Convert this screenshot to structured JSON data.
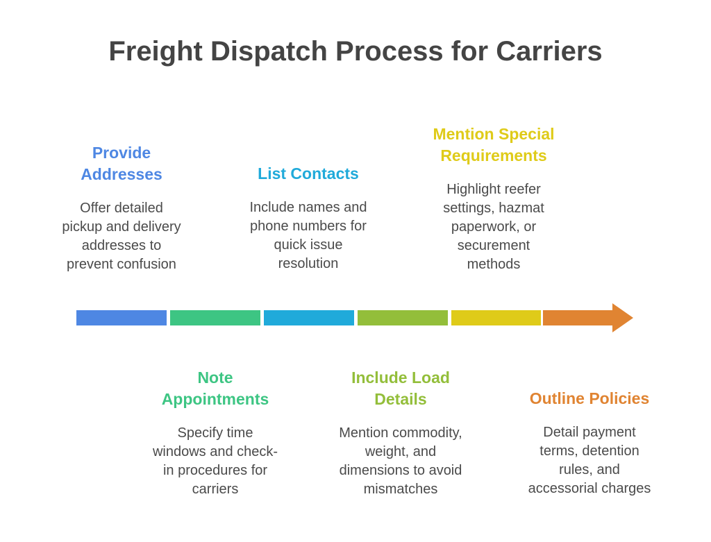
{
  "title": "Freight Dispatch Process for Carriers",
  "steps": [
    {
      "title_lines": [
        "Provide",
        "Addresses"
      ],
      "title": "Provide Addresses",
      "color": "#4E87E3",
      "desc_lines": [
        "Offer detailed",
        "pickup and delivery",
        "addresses to",
        "prevent confusion"
      ]
    },
    {
      "title_lines": [
        "Note",
        "Appointments"
      ],
      "title": "Note Appointments",
      "color": "#3DC583",
      "desc_lines": [
        "Specify time",
        "windows and check-",
        "in procedures for",
        "carriers"
      ]
    },
    {
      "title_lines": [
        "List Contacts"
      ],
      "title": "List Contacts",
      "color": "#20AADA",
      "desc_lines": [
        "Include names and",
        "phone numbers for",
        "quick issue",
        "resolution"
      ]
    },
    {
      "title_lines": [
        "Include Load",
        "Details"
      ],
      "title": "Include Load Details",
      "color": "#93BE3A",
      "desc_lines": [
        "Mention commodity,",
        "weight, and",
        "dimensions to avoid",
        "mismatches"
      ]
    },
    {
      "title_lines": [
        "Mention Special",
        "Requirements"
      ],
      "title": "Mention Special Requirements",
      "color": "#DFCB19",
      "desc_lines": [
        "Highlight reefer",
        "settings, hazmat",
        "paperwork, or",
        "securement",
        "methods"
      ]
    },
    {
      "title_lines": [
        "Outline Policies"
      ],
      "title": "Outline Policies",
      "color": "#E08432",
      "desc_lines": [
        "Detail payment",
        "terms, detention",
        "rules, and",
        "accessorial charges"
      ]
    }
  ]
}
